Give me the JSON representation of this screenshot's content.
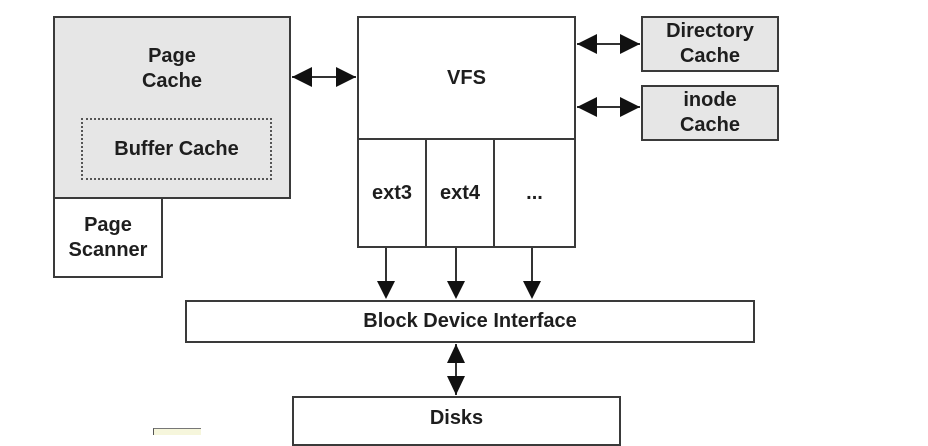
{
  "diagram": {
    "nodes": {
      "page_cache": "Page\nCache",
      "buffer_cache": "Buffer Cache",
      "page_scanner": "Page\nScanner",
      "vfs": "VFS",
      "ext3": "ext3",
      "ext4": "ext4",
      "more_fs": "...",
      "directory_cache": "Directory\nCache",
      "inode_cache": "inode\nCache",
      "block_device_interface": "Block Device Interface",
      "disks": "Disks"
    },
    "edges": [
      {
        "from": "page_cache",
        "to": "vfs",
        "direction": "bidirectional"
      },
      {
        "from": "vfs",
        "to": "directory_cache",
        "direction": "bidirectional"
      },
      {
        "from": "vfs",
        "to": "inode_cache",
        "direction": "bidirectional"
      },
      {
        "from": "ext3",
        "to": "block_device_interface",
        "direction": "forward"
      },
      {
        "from": "ext4",
        "to": "block_device_interface",
        "direction": "forward"
      },
      {
        "from": "more_fs",
        "to": "block_device_interface",
        "direction": "forward"
      },
      {
        "from": "block_device_interface",
        "to": "disks",
        "direction": "bidirectional"
      }
    ],
    "colors": {
      "cache_fill": "#e6e6e6",
      "box_fill": "#ffffff",
      "stroke": "#3a3a3a",
      "text": "#1e1e1e"
    }
  }
}
